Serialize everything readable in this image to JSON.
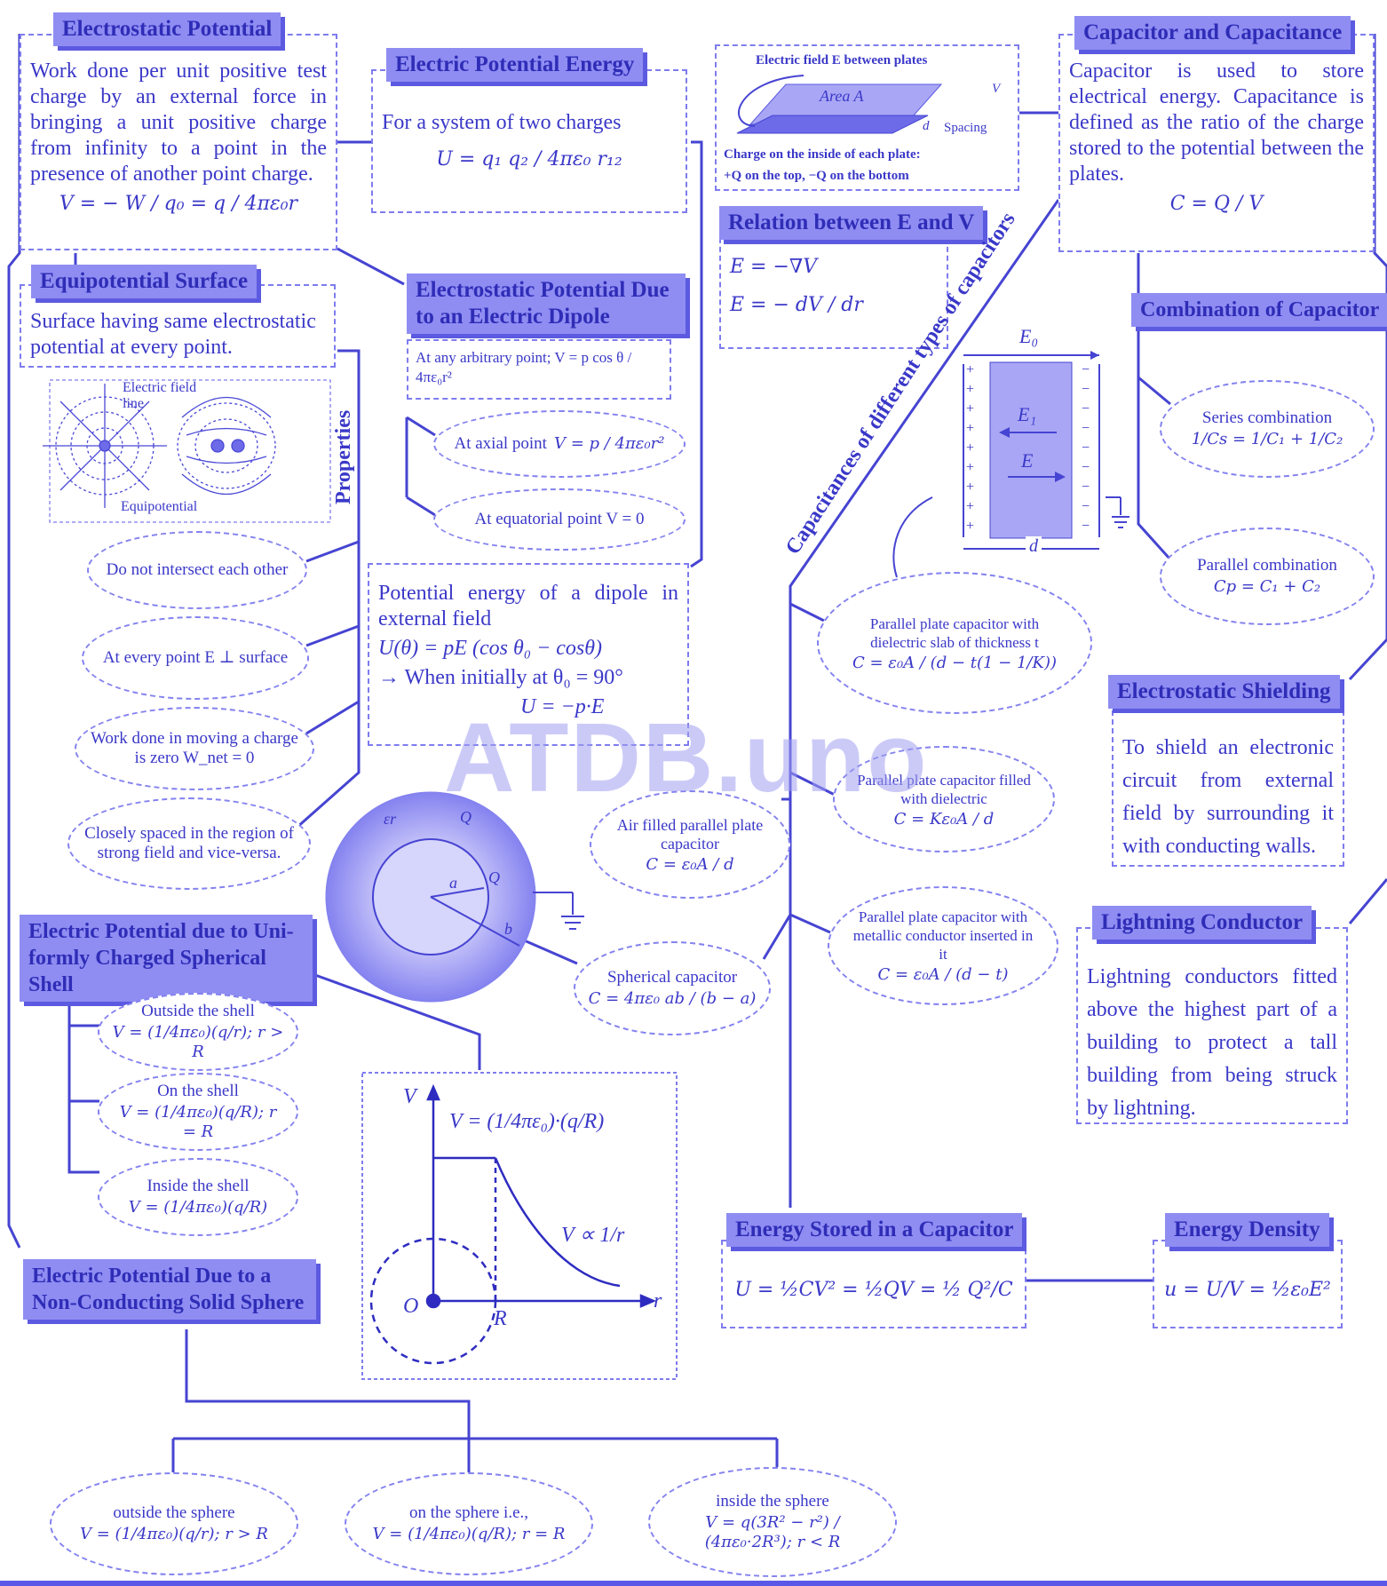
{
  "electrostatic_potential": {
    "title": "Electrostatic Potential",
    "text": "Work done per unit positive test charge by an external force in bringing a unit positive charge from infinity to a point in the presence of another point charge.",
    "formula": "V = − W / q₀ = q / 4πε₀r"
  },
  "potential_energy": {
    "title": "Electric Potential Energy",
    "text": "For a system of two charges",
    "formula": "U = q₁ q₂ / 4πε₀ r₁₂"
  },
  "plate_figure": {
    "top_label": "Electric field E between plates",
    "area_label": "Area A",
    "spacing_label": "Spacing",
    "d_label": "d",
    "v_label": "V",
    "charge_note_1": "Charge on the inside of each plate:",
    "charge_note_2": "+Q on the top, −Q on the bottom"
  },
  "capacitor": {
    "title": "Capacitor and Capacitance",
    "text": "Capacitor is used to store electrical energy. Capacitance is defined as the ratio of the charge stored to the potential between the plates.",
    "formula": "C = Q / V"
  },
  "equipotential": {
    "title": "Equipotential Surface",
    "text": "Surface having same electrostatic potential at every point.",
    "fig_field_label": "Electric field line",
    "fig_equi_label": "Equipotential",
    "properties_label": "Properties",
    "props": [
      "Do not intersect each other",
      "At every point E ⊥ surface",
      "Work done in moving a charge is zero W_net = 0",
      "Closely spaced in the region of strong field and vice-versa."
    ]
  },
  "relation": {
    "title": "Relation between E and V",
    "formula1": "E = −∇V",
    "formula2": "E = − dV / dr"
  },
  "dipole": {
    "title_line1": "Electrostatic Potential Due",
    "title_line2": "to an Electric Dipole",
    "arbitrary": "At any arbitrary point; V = p cos θ / 4πε₀r²",
    "axial_label": "At axial point",
    "axial_formula": "V = p / 4πε₀r²",
    "equatorial": "At equatorial point V = 0"
  },
  "dipole_energy": {
    "line1": "Potential energy of a dipole in external field",
    "line2": "U(θ) = pE (cos θ₀ − cosθ)",
    "line3": "→ When initially at θ₀ = 90°",
    "line4": "U = −p·E"
  },
  "capacitor_types_label": "Capacitances of different types of capacitors",
  "slab_figure": {
    "e0": "E₀",
    "e1": "E₁",
    "e": "E",
    "d": "d"
  },
  "capacitor_types": [
    {
      "title": "Parallel plate capacitor with dielectric slab of thickness t",
      "formula": "C = ε₀A / (d − t(1 − 1/K))"
    },
    {
      "title": "Parallel plate capacitor filled with dielectric",
      "formula": "C = Kε₀A / d"
    },
    {
      "title": "Air filled parallel plate capacitor",
      "formula": "C = ε₀A / d"
    },
    {
      "title": "Parallel plate capacitor with metallic conductor inserted in it",
      "formula": "C = ε₀A / (d − t)"
    },
    {
      "title": "Spherical capacitor",
      "formula": "C = 4πε₀ ab / (b − a)"
    }
  ],
  "sphere_figure": {
    "er": "εr",
    "q_outer": "Q",
    "q_inner": "Q",
    "a": "a",
    "b": "b"
  },
  "combination": {
    "title": "Combination of Capacitor",
    "series_label": "Series combination",
    "series_formula": "1/Cs = 1/C₁ + 1/C₂",
    "parallel_label": "Parallel combination",
    "parallel_formula": "Cp = C₁ + C₂"
  },
  "shielding": {
    "title": "Electrostatic Shielding",
    "text": "To shield an electronic circuit from external field by surrounding it with conducting walls."
  },
  "lightning": {
    "title": "Lightning Conductor",
    "text": "Lightning conductors fitted above the highest part of a building to protect a tall building from being struck by lightning."
  },
  "shell": {
    "title_line1": "Electric Potential due to Uni-",
    "title_line2": "formly Charged Spherical Shell",
    "items": [
      {
        "label": "Outside the shell",
        "formula": "V = (1/4πε₀)(q/r); r > R"
      },
      {
        "label": "On the shell",
        "formula": "V = (1/4πε₀)(q/R); r = R"
      },
      {
        "label": "Inside the shell",
        "formula": "V = (1/4πε₀)(q/R)"
      }
    ]
  },
  "graph": {
    "v_axis": "V",
    "r_axis": "r",
    "origin": "O",
    "r_mark": "R",
    "formula_top": "V = (1/4πε₀)·(q/R)",
    "formula_curve": "V ∝ 1/r"
  },
  "energy_stored": {
    "title": "Energy Stored in a Capacitor",
    "formula": "U = ½CV² = ½QV = ½ Q²/C"
  },
  "energy_density": {
    "title": "Energy Density",
    "formula": "u = U/V = ½ε₀E²"
  },
  "solid_sphere": {
    "title_line1": "Electric Potential Due to a",
    "title_line2": "Non-Conducting Solid Sphere",
    "items": [
      {
        "label": "outside the sphere",
        "formula": "V = (1/4πε₀)(q/r); r > R"
      },
      {
        "label": "on the sphere i.e.,",
        "formula": "V = (1/4πε₀)(q/R); r = R"
      },
      {
        "label": "inside the sphere",
        "formula": "V = q(3R² − r²) / (4πε₀·2R³); r < R"
      }
    ]
  },
  "watermark": "ATDB.uno"
}
